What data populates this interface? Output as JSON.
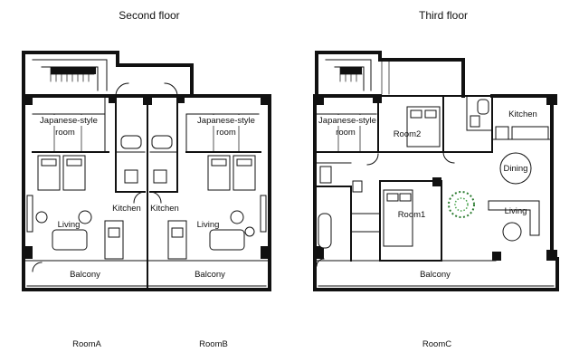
{
  "floors": {
    "second": {
      "title": "Second floor"
    },
    "third": {
      "title": "Third floor"
    }
  },
  "rooms": {
    "a_japanese_line1": "Japanese-style",
    "a_japanese_line2": "room",
    "a_kitchen": "Kitchen",
    "a_living": "Living",
    "a_balcony": "Balcony",
    "b_japanese_line1": "Japanese-style",
    "b_japanese_line2": "room",
    "b_kitchen": "Kitchen",
    "b_living": "Living",
    "b_balcony": "Balcony",
    "c_japanese_line1": "Japanese-style",
    "c_japanese_line2": "room",
    "c_room2": "Room2",
    "c_kitchen": "Kitchen",
    "c_dining": "Dining",
    "c_room1": "Room1",
    "c_living": "Living",
    "c_balcony": "Balcony"
  },
  "captions": {
    "room_a": "RoomA",
    "room_b": "RoomB",
    "room_c": "RoomC"
  }
}
